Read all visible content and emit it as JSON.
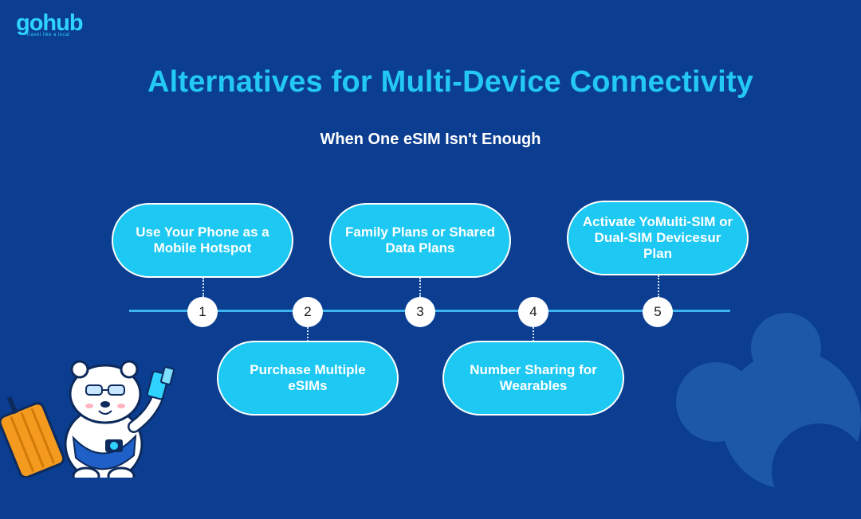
{
  "brand": {
    "logo_text": "gohub",
    "tagline": "travel like a local"
  },
  "title": "Alternatives for Multi-Device Connectivity",
  "subtitle": "When One eSIM Isn't Enough",
  "steps": [
    {
      "number": "1",
      "label": "Use Your Phone as a Mobile Hotspot"
    },
    {
      "number": "2",
      "label": "Purchase Multiple eSIMs"
    },
    {
      "number": "3",
      "label": "Family Plans or Shared Data Plans"
    },
    {
      "number": "4",
      "label": "Number Sharing for Wearables"
    },
    {
      "number": "5",
      "label": "Activate YoMulti-SIM or Dual-SIM Devicesur Plan"
    }
  ],
  "colors": {
    "background": "#0b3d91",
    "accent": "#1dc8f3",
    "title": "#23c8f5",
    "line": "#3bb4f0",
    "blob": "#1d58a8"
  },
  "icons": {
    "mascot": "polar-bear-traveler-icon",
    "decoration": "gear-blob-icon"
  }
}
